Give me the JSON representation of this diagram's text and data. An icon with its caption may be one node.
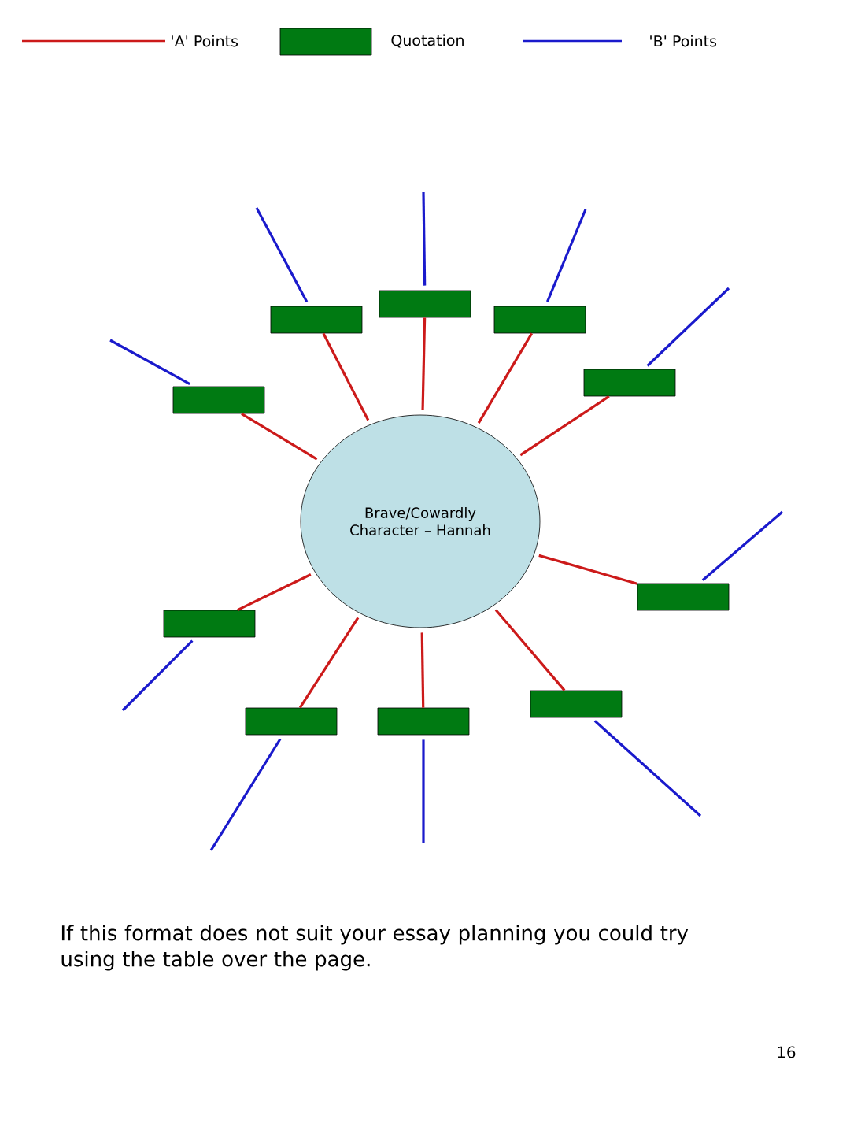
{
  "diagram": {
    "nodes": [
      {
        "text": [
          "Brave/Cowardly Character – Hannah"
        ]
      },
      {
        "text": [],
        "shape": "box"
      },
      {
        "text": [],
        "shape": "box"
      },
      {
        "text": [],
        "shape": "box"
      },
      {
        "text": [],
        "shape": "box"
      },
      {
        "text": [],
        "shape": "box"
      },
      {
        "text": [],
        "shape": "box"
      },
      {
        "text": [],
        "shape": "box"
      },
      {
        "text": [],
        "shape": "box"
      },
      {
        "text": [],
        "shape": "box"
      },
      {
        "text": [],
        "shape": "box"
      }
    ],
    "edges": [
      {
        "from": 0,
        "to": 1,
        "arrow": "none"
      },
      {
        "from": 0,
        "to": 2,
        "arrow": "none"
      },
      {
        "from": 0,
        "to": 3,
        "arrow": "none"
      },
      {
        "from": 0,
        "to": 4,
        "arrow": "none"
      },
      {
        "from": 0,
        "to": 5,
        "arrow": "none"
      },
      {
        "from": 0,
        "to": 6,
        "arrow": "none"
      },
      {
        "from": 0,
        "to": 7,
        "arrow": "none"
      },
      {
        "from": 0,
        "to": 8,
        "arrow": "none"
      },
      {
        "from": 0,
        "to": 9,
        "arrow": "none"
      },
      {
        "from": 0,
        "to": 10,
        "arrow": "none"
      },
      {
        "from": 1,
        "to": null,
        "arrow": "none",
        "color": "#1a1acc"
      },
      {
        "from": 2,
        "to": null,
        "arrow": "none",
        "color": "#1a1acc"
      },
      {
        "from": 3,
        "to": null,
        "arrow": "none",
        "color": "#1a1acc"
      },
      {
        "from": 4,
        "to": null,
        "arrow": "none",
        "color": "#1a1acc"
      },
      {
        "from": 5,
        "to": null,
        "arrow": "none",
        "color": "#1a1acc"
      },
      {
        "from": 6,
        "to": null,
        "arrow": "none",
        "color": "#1a1acc"
      },
      {
        "from": 7,
        "to": null,
        "arrow": "none",
        "color": "#1a1acc"
      },
      {
        "from": 8,
        "to": null,
        "arrow": "none",
        "color": "#1a1acc"
      },
      {
        "from": 9,
        "to": null,
        "arrow": "none",
        "color": "#1a1acc"
      },
      {
        "from": 10,
        "to": null,
        "arrow": "none",
        "color": "#1a1acc"
      }
    ],
    "labels": [
      "If this format does not suit your essay planning you could try using the table over the page.",
      "16"
    ],
    "legend": [
      {
        "text": "'A' Points"
      },
      {
        "text": "Quotation",
        "color": "#007a12"
      },
      {
        "text": "'B' Points"
      }
    ]
  }
}
